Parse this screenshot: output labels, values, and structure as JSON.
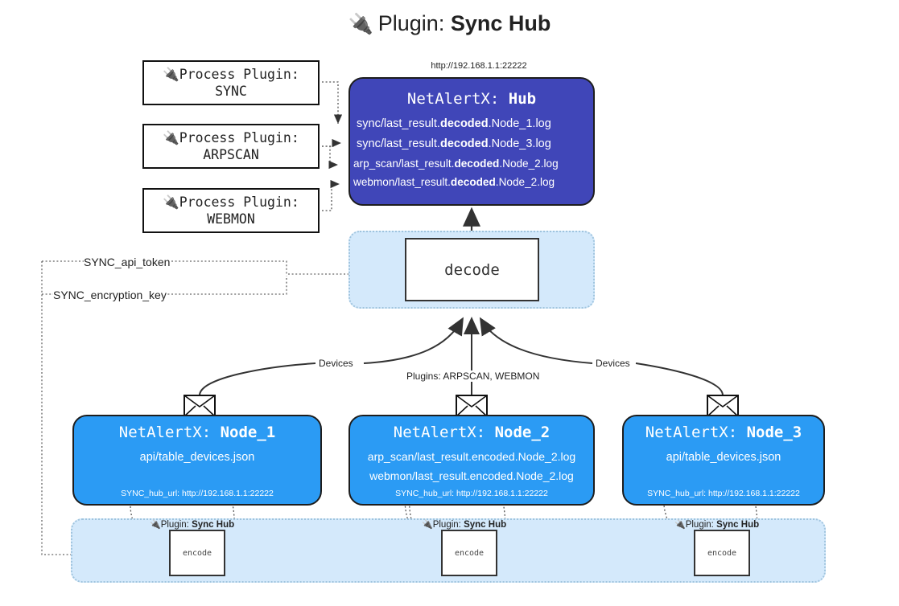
{
  "title": {
    "plug_icon": "🔌",
    "prefix": "Plugin:",
    "name": "Sync Hub"
  },
  "process_plugins": [
    {
      "icon": "plug-icon",
      "line1": "Process Plugin:",
      "line2": "SYNC"
    },
    {
      "icon": "plug-icon",
      "line1": "Process Plugin:",
      "line2": "ARPSCAN"
    },
    {
      "icon": "plug-icon",
      "line1": "Process Plugin:",
      "line2": "WEBMON"
    }
  ],
  "hub": {
    "url": "http://192.168.1.1:22222",
    "title_prefix": "NetAlertX:",
    "title_name": "Hub",
    "logs": [
      {
        "pre": "sync/last_result.",
        "mid": "decoded",
        "post": ".Node_1.log"
      },
      {
        "pre": "sync/last_result.",
        "mid": "decoded",
        "post": ".Node_3.log"
      },
      {
        "pre": "arp_scan/last_result.",
        "mid": "decoded",
        "post": ".Node_2.log"
      },
      {
        "pre": "webmon/last_result.",
        "mid": "decoded",
        "post": ".Node_2.log"
      }
    ]
  },
  "decode": {
    "label": "decode"
  },
  "secrets": {
    "api_token": "SYNC_api_token",
    "encryption_key": "SYNC_encryption_key"
  },
  "edges": {
    "devices_left": "Devices",
    "devices_right": "Devices",
    "plugins_middle": "Plugins: ARPSCAN, WEBMON"
  },
  "nodes": [
    {
      "title_prefix": "NetAlertX:",
      "title_name": "Node_1",
      "artifacts": [
        "api/table_devices.json"
      ],
      "hub_url_label": "SYNC_hub_url: http://192.168.1.1:22222",
      "envelope_icon": "envelope-icon"
    },
    {
      "title_prefix": "NetAlertX:",
      "title_name": "Node_2",
      "artifacts": [
        "arp_scan/last_result.encoded.Node_2.log",
        "webmon/last_result.encoded.Node_2.log"
      ],
      "hub_url_label": "SYNC_hub_url: http://192.168.1.1:22222",
      "envelope_icon": "envelope-icon"
    },
    {
      "title_prefix": "NetAlertX:",
      "title_name": "Node_3",
      "artifacts": [
        "api/table_devices.json"
      ],
      "hub_url_label": "SYNC_hub_url: http://192.168.1.1:22222",
      "envelope_icon": "envelope-icon"
    }
  ],
  "encoders": [
    {
      "plugin_label_prefix": "Plugin:",
      "plugin_label_name": "Sync Hub",
      "box_label": "encode"
    },
    {
      "plugin_label_prefix": "Plugin:",
      "plugin_label_name": "Sync Hub",
      "box_label": "encode"
    },
    {
      "plugin_label_prefix": "Plugin:",
      "plugin_label_name": "Sync Hub",
      "box_label": "encode"
    }
  ],
  "colors": {
    "hub_fill": "#4046b8",
    "node_fill": "#2b9bf4",
    "container_fill": "#d4e9fb",
    "container_border": "#9fc4de",
    "stroke": "#333333"
  }
}
